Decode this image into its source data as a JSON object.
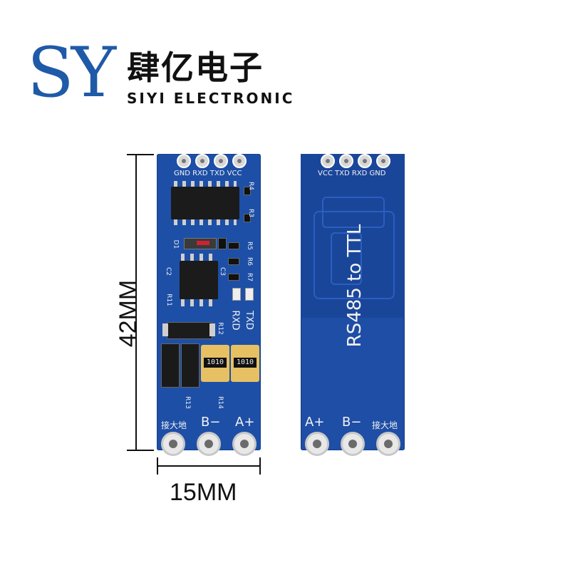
{
  "logo": {
    "mark": "SY",
    "name_cn": "肆亿电子",
    "name_en": "SIYI ELECTRONIC"
  },
  "dimensions": {
    "height_label": "42MM",
    "width_label": "15MM"
  },
  "front_board": {
    "header_pins_label": "GND RXD TXD VCC",
    "labels": {
      "r4": "R4",
      "r3": "R3",
      "r5": "R5",
      "r6": "R6",
      "r7": "R7",
      "d1": "D1",
      "c2": "C2",
      "c3": "C3",
      "r11": "R11",
      "r12": "R12",
      "r13": "R13",
      "r14": "R14",
      "txd": "TXD",
      "rxd": "RXD",
      "fuse_1": "1010",
      "fuse_2": "1010"
    },
    "terminal_labels": {
      "ground": "接大地",
      "b_minus": "B−",
      "a_plus": "A+"
    }
  },
  "back_board": {
    "header_pins_label": "VCC TXD RXD GND",
    "title": "RS485 to TTL",
    "terminal_labels": {
      "a_plus": "A+",
      "b_minus": "B−",
      "ground": "接大地"
    }
  }
}
